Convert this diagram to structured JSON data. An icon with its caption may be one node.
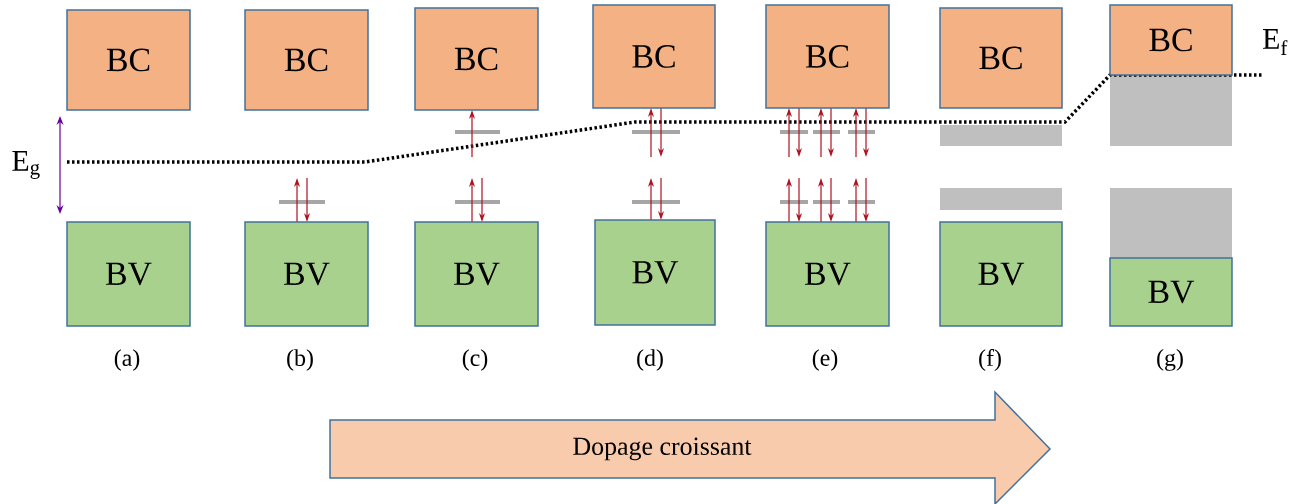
{
  "diagram": {
    "nodes": [
      {
        "text": [
          "BC"
        ]
      },
      {
        "text": [
          "BC"
        ]
      },
      {
        "text": [
          "BC"
        ]
      },
      {
        "text": [
          "BC"
        ]
      },
      {
        "text": [
          "BC"
        ]
      },
      {
        "text": [
          "BC"
        ]
      },
      {
        "text": [
          "BC"
        ]
      },
      {
        "text": [
          "BV"
        ]
      },
      {
        "text": [
          "BV"
        ]
      },
      {
        "text": [
          "BV"
        ]
      },
      {
        "text": [
          "BV"
        ]
      },
      {
        "text": [
          "BV"
        ]
      },
      {
        "text": [
          "BV"
        ]
      },
      {
        "text": [
          "BV"
        ]
      },
      {
        "text": [
          "Dopage croissant"
        ]
      }
    ],
    "labels": [
      "E$_{f}$",
      "E$_{g}$",
      "(a)",
      "(b)",
      "(c)",
      "(d)",
      "(e)",
      "(f)",
      "(g)"
    ]
  }
}
